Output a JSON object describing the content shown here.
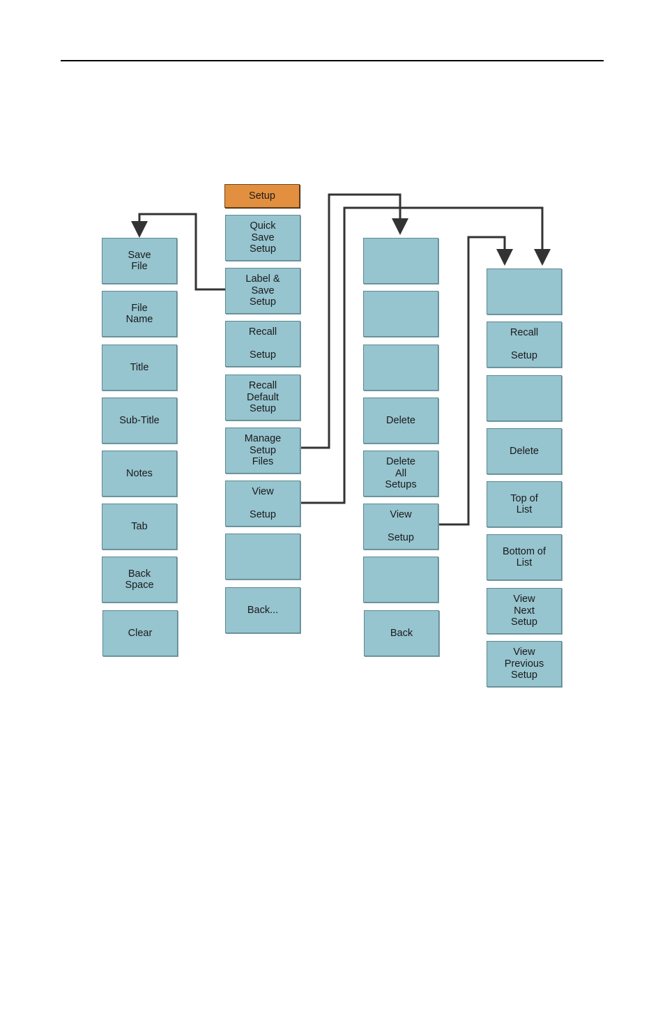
{
  "menus": {
    "setup": {
      "title": [
        "Setup"
      ],
      "keys": [
        [
          "Quick",
          "Save",
          "Setup"
        ],
        [
          "Label &",
          "Save",
          "Setup"
        ],
        [
          "Recall",
          "",
          "Setup"
        ],
        [
          "Recall",
          "Default",
          "Setup"
        ],
        [
          "Manage",
          "Setup",
          "Files"
        ],
        [
          "View",
          "",
          "Setup"
        ],
        [],
        [
          "Back..."
        ]
      ]
    },
    "save_file": {
      "keys": [
        [
          "Save",
          "File"
        ],
        [
          "File",
          "Name"
        ],
        [
          "Title"
        ],
        [
          "Sub-Title"
        ],
        [
          "Notes"
        ],
        [
          "Tab"
        ],
        [
          "Back",
          "Space"
        ],
        [
          "Clear"
        ]
      ]
    },
    "manage_files": {
      "keys": [
        [],
        [],
        [],
        [
          "Delete"
        ],
        [
          "Delete",
          "All",
          "Setups"
        ],
        [
          "View",
          "",
          "Setup"
        ],
        [],
        [
          "Back"
        ]
      ]
    },
    "view_setup": {
      "keys": [
        [],
        [
          "Recall",
          "",
          "Setup"
        ],
        [],
        [
          "Delete"
        ],
        [
          "Top of",
          "List"
        ],
        [
          "Bottom of",
          "List"
        ],
        [
          "View",
          "Next",
          "Setup"
        ],
        [
          "View",
          "Previous",
          "Setup"
        ]
      ]
    }
  },
  "colors": {
    "key_fill": "#96c4cf",
    "title_fill": "#e2903f",
    "connector": "#333333"
  }
}
